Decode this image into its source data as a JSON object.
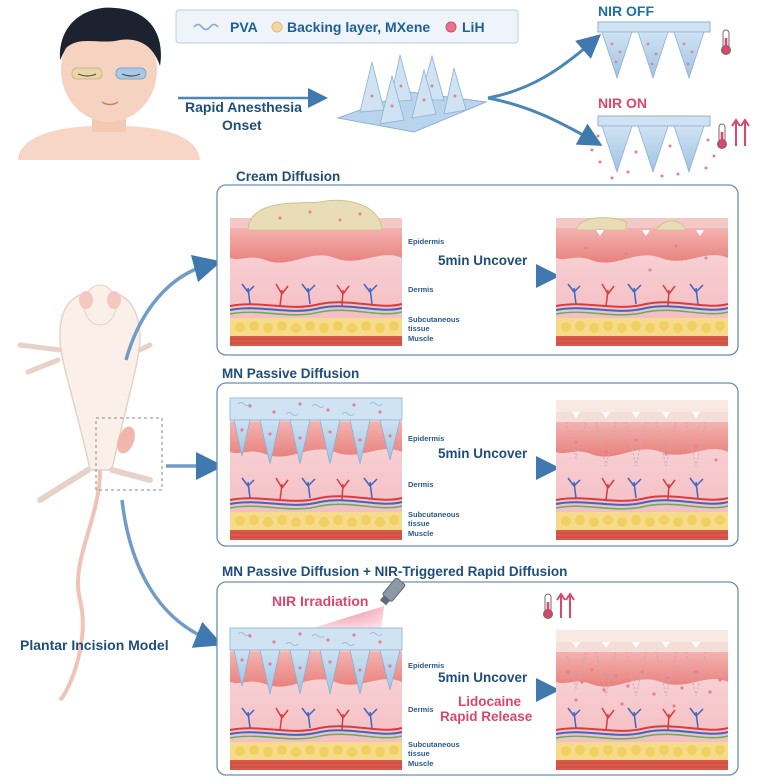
{
  "legend": {
    "pva": "PVA",
    "backing": "Backing layer, MXene",
    "lih": "LiH"
  },
  "top": {
    "rapid_onset_line1": "Rapid Anesthesia",
    "rapid_onset_line2": "Onset",
    "nir_off": "NIR OFF",
    "nir_on": "NIR ON"
  },
  "model_label": "Plantar Incision Model",
  "panels": [
    {
      "title": "Cream Diffusion",
      "arrow_label": "5min Uncover",
      "extra_label_1": "",
      "extra_label_2": "",
      "layers": [
        "Epidermis",
        "Dermis",
        "Subcutaneous",
        "tissue",
        "Muscle"
      ]
    },
    {
      "title": "MN Passive Diffusion",
      "arrow_label": "5min Uncover",
      "extra_label_1": "",
      "extra_label_2": "",
      "layers": [
        "Epidermis",
        "Dermis",
        "Subcutaneous",
        "tissue",
        "Muscle"
      ]
    },
    {
      "title": "MN Passive Diffusion + NIR-Triggered Rapid Diffusion",
      "arrow_label": "5min Uncover",
      "extra_label_1": "Lidocaine",
      "extra_label_2": "Rapid Release",
      "irradiation": "NIR Irradiation",
      "layers": [
        "Epidermis",
        "Dermis",
        "Subcutaneous",
        "tissue",
        "Muscle"
      ]
    }
  ],
  "colors": {
    "title_blue": "#1f4e79",
    "accent_blue": "#1f6fa8",
    "accent_pink": "#d9476b",
    "arrow_blue": "#4a86b8"
  }
}
